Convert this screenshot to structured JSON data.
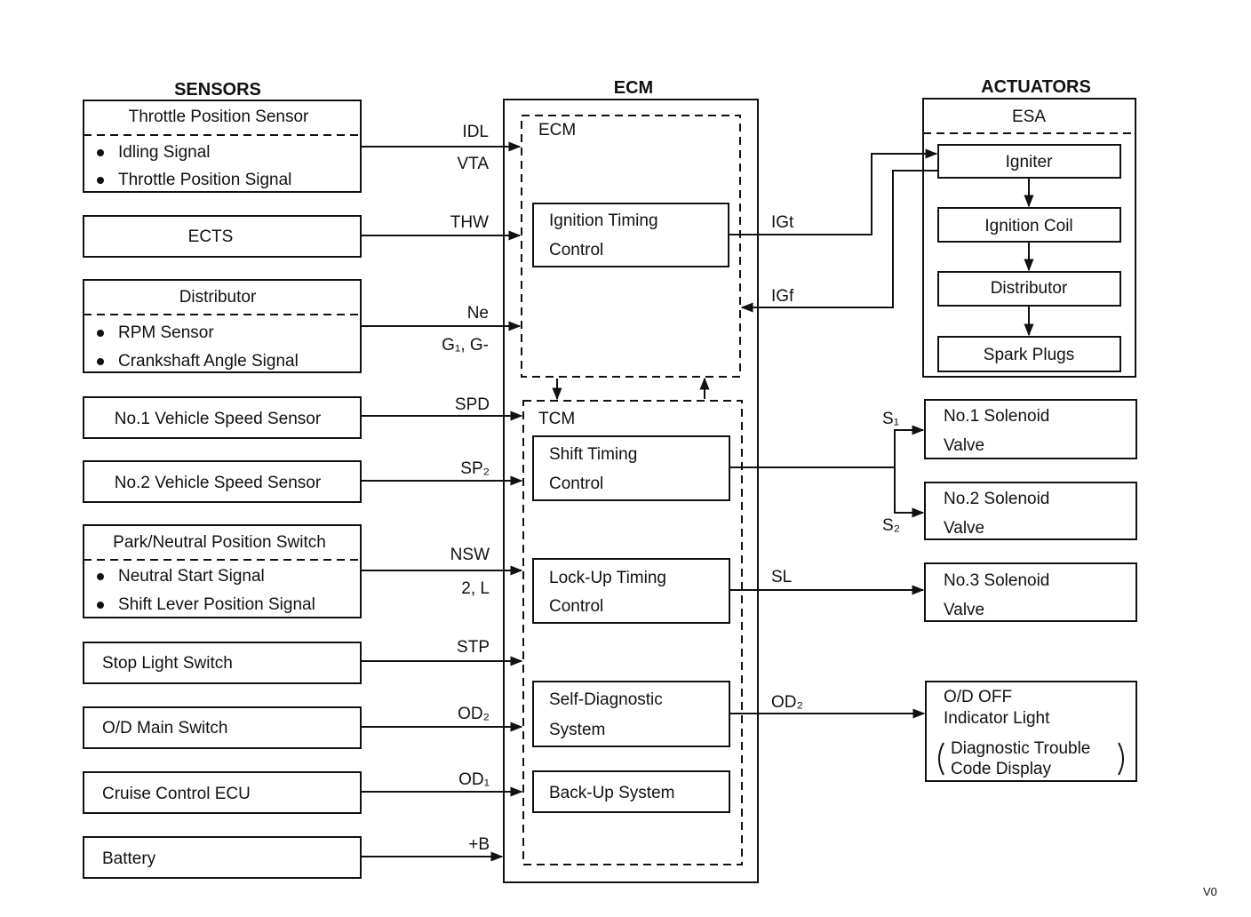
{
  "headers": {
    "sensors": "SENSORS",
    "ecm": "ECM",
    "actuators": "ACTUATORS"
  },
  "sensors": {
    "throttle": {
      "title": "Throttle Position Sensor",
      "items": [
        "Idling Signal",
        "Throttle Position Signal"
      ]
    },
    "ects": {
      "title": "ECTS"
    },
    "distributor": {
      "title": "Distributor",
      "items": [
        "RPM Sensor",
        "Crankshaft Angle Signal"
      ]
    },
    "vss1": {
      "title": "No.1 Vehicle Speed Sensor"
    },
    "vss2": {
      "title": "No.2 Vehicle Speed Sensor"
    },
    "pnp": {
      "title": "Park/Neutral Position Switch",
      "items": [
        "Neutral Start Signal",
        "Shift Lever Position Signal"
      ]
    },
    "stop": {
      "title": "Stop Light Switch"
    },
    "od_main": {
      "title": "O/D Main Switch"
    },
    "cruise": {
      "title": "Cruise Control ECU"
    },
    "battery": {
      "title": "Battery"
    }
  },
  "inputs": {
    "idl": "IDL",
    "vta": "VTA",
    "thw": "THW",
    "ne": "Ne",
    "g": "G₁, G-",
    "spd": "SPD",
    "sp2": "SP₂",
    "nsw": "NSW",
    "twol": "2, L",
    "stp": "STP",
    "od2": "OD₂",
    "od1": "OD₁",
    "b": "+B"
  },
  "ecm": {
    "inner_ecm": "ECM",
    "tcm": "TCM",
    "ignition": [
      "Ignition Timing",
      "Control"
    ],
    "shift": [
      "Shift Timing",
      "Control"
    ],
    "lockup": [
      "Lock-Up Timing",
      "Control"
    ],
    "selfdiag": [
      "Self-Diagnostic",
      "System"
    ],
    "backup": "Back-Up System"
  },
  "outputs": {
    "igt": "IGt",
    "igf": "IGf",
    "s1": "S₁",
    "s2": "S₂",
    "sl": "SL",
    "od2": "OD₂"
  },
  "actuators": {
    "esa": "ESA",
    "igniter": "Igniter",
    "coil": "Ignition Coil",
    "distributor": "Distributor",
    "plugs": "Spark Plugs",
    "sol1": [
      "No.1 Solenoid",
      "Valve"
    ],
    "sol2": [
      "No.2 Solenoid",
      "Valve"
    ],
    "sol3": [
      "No.3 Solenoid",
      "Valve"
    ],
    "od_off": [
      "O/D OFF",
      "Indicator Light",
      "Diagnostic Trouble",
      "Code Display"
    ]
  },
  "corner_code": "V0"
}
